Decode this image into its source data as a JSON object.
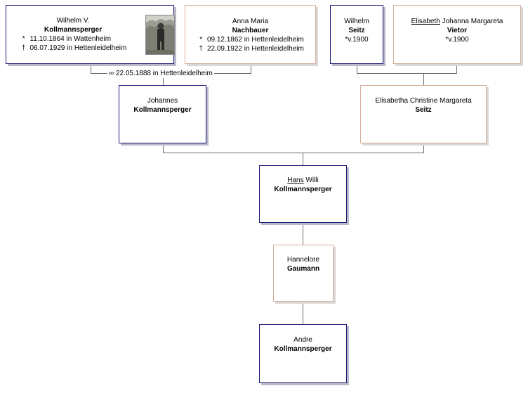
{
  "persons": {
    "wilhelm_v": {
      "first": "Wilhelm V.",
      "surname": "Kollmannsperger",
      "birth_symbol": "*",
      "birth": "11.10.1864 in Wattenheim",
      "death_symbol": "†",
      "death": "06.07.1929 in Hettenleidelheim",
      "photo_icon": "portrait-photo"
    },
    "anna_maria": {
      "first": "Anna Maria",
      "surname": "Nachbauer",
      "birth_symbol": "*",
      "birth": "09.12.1862 in Hettenleidelheim",
      "death_symbol": "†",
      "death": "22.09.1922 in Hettenleidelheim"
    },
    "wilhelm_seitz": {
      "first": "Wilhelm",
      "surname": "Seitz",
      "birth_symbol": "*",
      "birth": "v.1900"
    },
    "elisabeth_vietor": {
      "first_underlined": "Elisabeth",
      "first_rest": " Johanna Margareta",
      "surname": "Vietor",
      "birth_symbol": "*",
      "birth": "v.1900"
    },
    "johannes": {
      "first": "Johannes",
      "surname": "Kollmannsperger"
    },
    "elisabetha_seitz": {
      "first": "Elisabetha Christine Margareta",
      "surname": "Seitz"
    },
    "hans_willi": {
      "first_underlined": "Hans",
      "first_rest": " Willi",
      "surname": "Kollmannsperger"
    },
    "hannelore": {
      "first": "Hannelore",
      "surname": "Gaumann"
    },
    "andre": {
      "first": "Andre",
      "surname": "Kollmannsperger"
    }
  },
  "marriages": {
    "wilhelm_anna": {
      "symbol": "∞",
      "text": "22.05.1888 in Hettenleidelheim"
    }
  },
  "colors": {
    "male_border": "#1c1c78",
    "female_border": "#d4ae96",
    "line": "#6b6b6b"
  }
}
